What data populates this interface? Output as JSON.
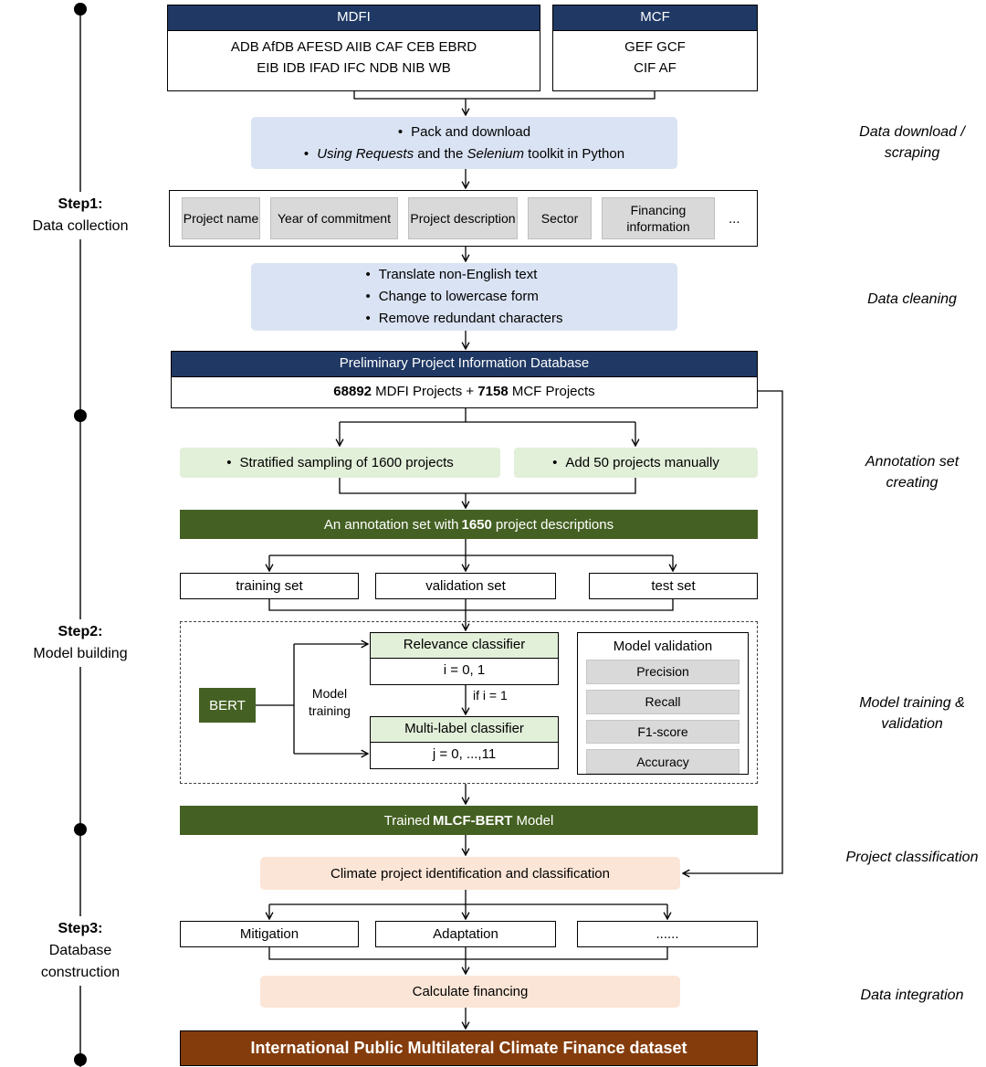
{
  "steps": [
    {
      "title": "Step1:",
      "subtitle": "Data collection"
    },
    {
      "title": "Step2:",
      "subtitle": "Model building"
    },
    {
      "title": "Step3:",
      "subtitle": "Database construction"
    }
  ],
  "stage_labels": [
    "Data download / scraping",
    "Data cleaning",
    "Annotation set creating",
    "Model training & validation",
    "Project classification",
    "Data integration"
  ],
  "sources": {
    "mdfi": {
      "title": "MDFI",
      "row1": "ADB AfDB AFESD AIIB CAF CEB EBRD",
      "row2": "EIB IDB IFAD IFC NDB NIB WB"
    },
    "mcf": {
      "title": "MCF",
      "row1": "GEF GCF",
      "row2": "CIF AF"
    }
  },
  "scraping": {
    "bullet1": "Pack and download",
    "bullet2_italic1": "Using Requests",
    "bullet2_mid": " and the ",
    "bullet2_italic2": "Selenium",
    "bullet2_end": " toolkit in Python"
  },
  "fields": [
    "Project name",
    "Year of commitment",
    "Project description",
    "Sector",
    "Financing information",
    "..."
  ],
  "cleaning": {
    "bullets": [
      "Translate non-English text",
      "Change to lowercase form",
      "Remove redundant characters"
    ]
  },
  "database": {
    "title": "Preliminary Project Information Database",
    "count_mdfi": "68892",
    "mid": " MDFI Projects + ",
    "count_mcf": "7158",
    "end": " MCF Projects"
  },
  "sampling": {
    "left": "Stratified sampling of 1600 projects",
    "right": "Add 50 projects manually"
  },
  "annotation_bar": {
    "pre": "An annotation set with ",
    "bold": "1650",
    "post": " project descriptions"
  },
  "sets": [
    "training set",
    "validation set",
    "test set"
  ],
  "model": {
    "bert": "BERT",
    "training_label": "Model training",
    "relevance": {
      "title": "Relevance classifier",
      "value": "i = 0, 1"
    },
    "condition": "if i = 1",
    "multilabel": {
      "title": "Multi-label classifier",
      "value": "j = 0, ...,11"
    },
    "validation": {
      "title": "Model validation",
      "metrics": [
        "Precision",
        "Recall",
        "F1-score",
        "Accuracy"
      ]
    }
  },
  "trained": {
    "pre": "Trained ",
    "bold": "MLCF-BERT",
    "post": " Model"
  },
  "classification": "Climate project identification and classification",
  "categories": [
    "Mitigation",
    "Adaptation",
    "......"
  ],
  "financing": "Calculate financing",
  "final": "International Public Multilateral Climate Finance dataset",
  "colors": {
    "navy": "#1F3864",
    "dark_green": "#446022",
    "light_green": "#E2EFD9",
    "light_blue": "#DAE3F3",
    "orange": "#FBE5D6",
    "brown": "#843C0C",
    "gray": "#D9D9D9"
  }
}
